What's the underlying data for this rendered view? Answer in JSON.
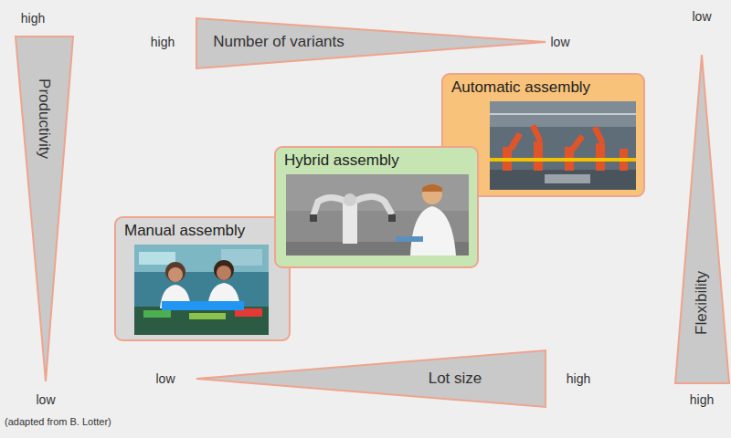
{
  "diagram": {
    "nodes": [
      {
        "text": [
          "Manual assembly"
        ]
      },
      {
        "text": [
          "Hybrid assembly"
        ]
      },
      {
        "text": [
          "Automatic assembly"
        ]
      }
    ],
    "labels": [
      "high",
      "high",
      "Number of variants",
      "low",
      "low",
      "Productivity",
      "Flexibility",
      "low",
      "low",
      "Lot size",
      "high",
      "high",
      "(adapted from B. Lotter)"
    ]
  }
}
